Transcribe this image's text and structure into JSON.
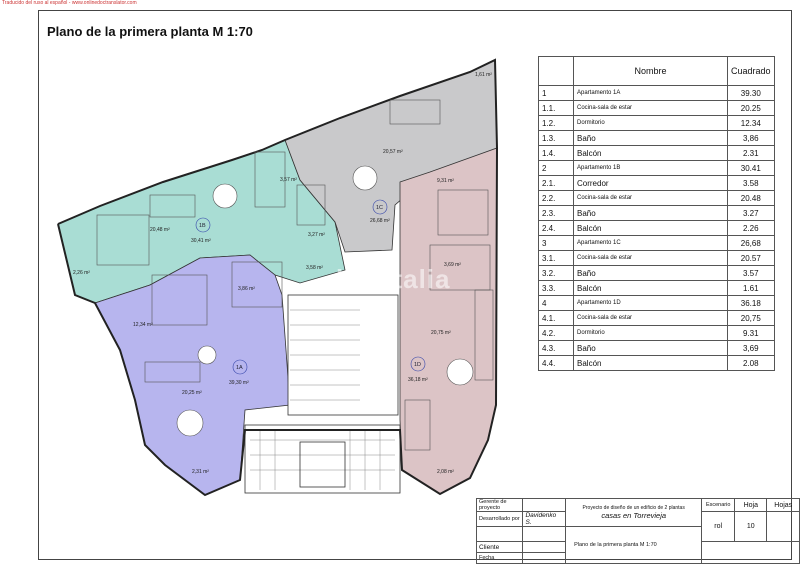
{
  "watermark_note": "Traducido del ruso al español - www.onlinedoctranslator.com",
  "title": "Plano de la primera planta M 1:70",
  "site_watermark": "habitalia",
  "table": {
    "headers": [
      "",
      "Nombre",
      "Cuadrado"
    ],
    "rows": [
      {
        "num": "1",
        "name": "Apartamento 1A",
        "area": "39.30"
      },
      {
        "num": "1.1.",
        "name": "Cocina-sala de estar",
        "area": "20.25"
      },
      {
        "num": "1.2.",
        "name": "Dormitorio",
        "area": "12.34"
      },
      {
        "num": "1.3.",
        "name": "Baño",
        "area": "3,86"
      },
      {
        "num": "1.4.",
        "name": "Balcón",
        "area": "2.31"
      },
      {
        "num": "2",
        "name": "Apartamento 1B",
        "area": "30.41"
      },
      {
        "num": "2.1.",
        "name": "Corredor",
        "area": "3.58"
      },
      {
        "num": "2.2.",
        "name": "Cocina-sala de estar",
        "area": "20.48"
      },
      {
        "num": "2.3.",
        "name": "Baño",
        "area": "3.27"
      },
      {
        "num": "2.4.",
        "name": "Balcón",
        "area": "2.26"
      },
      {
        "num": "3",
        "name": "Apartamento 1C",
        "area": "26,68"
      },
      {
        "num": "3.1.",
        "name": "Cocina-sala de estar",
        "area": "20.57"
      },
      {
        "num": "3.2.",
        "name": "Baño",
        "area": "3.57"
      },
      {
        "num": "3.3.",
        "name": "Balcón",
        "area": "1.61"
      },
      {
        "num": "4",
        "name": "Apartamento 1D",
        "area": "36.18"
      },
      {
        "num": "4.1.",
        "name": "Cocina-sala de estar",
        "area": "20,75"
      },
      {
        "num": "4.2.",
        "name": "Dormitorio",
        "area": "9.31"
      },
      {
        "num": "4.3.",
        "name": "Baño",
        "area": "3,69"
      },
      {
        "num": "4.4.",
        "name": "Balcón",
        "area": "2.08"
      }
    ]
  },
  "plan_labels": {
    "a_1a": "1A",
    "a_1a_area": "39,30 m²",
    "a_1b": "1B",
    "a_1b_area": "30,41 m²",
    "a_1c": "1C",
    "a_1c_area": "26,68 m²",
    "a_1d": "1D",
    "a_1d_area": "36,18 m²",
    "r_2048": "20,48 m²",
    "r_357": "3,57 m²",
    "r_2057": "20,57 m²",
    "r_161": "1,61 m²",
    "r_931": "9,31 m²",
    "r_327": "3,27 m²",
    "r_226": "2,26 m²",
    "r_358": "3,58 m²",
    "r_386": "3,86 m²",
    "r_1234": "12,34 m²",
    "r_2025": "20,25 m²",
    "r_2075": "20,75 m²",
    "r_369": "3,69 m²",
    "r_231": "2,31 m²",
    "r_208": "2,08 m²"
  },
  "titleblock": {
    "gerente": "Gerente de proyecto",
    "desarrollado": "Desarrollado por",
    "author": "Davidenko S.",
    "project_desc": "Proyecto de diseño de un edificio de 2 plantas",
    "project_name": "casas en Torrevieja",
    "escenario_label": "Escenario",
    "escenario_val": "rol",
    "hoja_label": "Hoja",
    "hoja_val": "10",
    "hojas_label": "Hojas",
    "cliente": "Cliente",
    "fecha": "Fecha",
    "sheet_title": "Plano de la primera planta M 1:70"
  },
  "colors": {
    "purple": "#b7b5ee",
    "teal": "#a9ddd4",
    "gray": "#c9c9cb",
    "pink": "#dcc4c6"
  }
}
